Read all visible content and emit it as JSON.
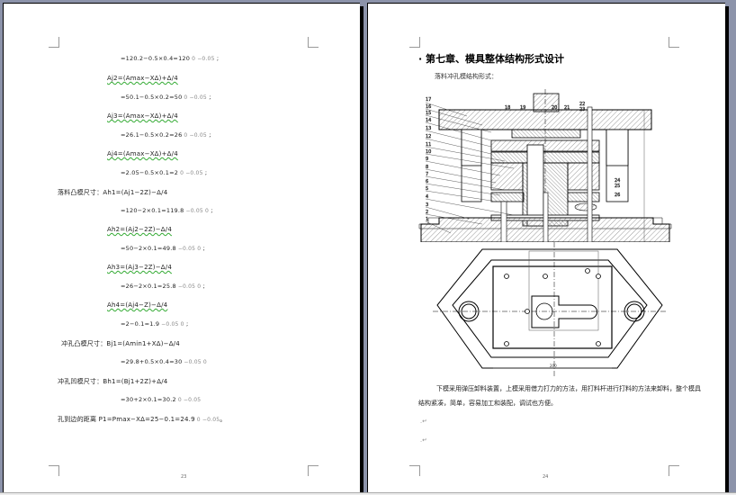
{
  "left_page": {
    "page_number": "23",
    "lines": [
      {
        "text": "=120.2−0.5×0.4=120",
        "tol": "0 −0.05",
        "mark": ";"
      },
      {
        "text": "Aj2=(Amax−XΔ)+Δ/4"
      },
      {
        "text": "=50.1−0.5×0.2=50",
        "tol": "0 −0.05",
        "mark": ";"
      },
      {
        "text": "Aj3=(Amax−XΔ)+Δ/4"
      },
      {
        "text": "=26.1−0.5×0.2=26",
        "tol": "0 −0.05",
        "mark": ";"
      },
      {
        "text": "Aj4=(Amax−XΔ)+Δ/4"
      },
      {
        "text": "=2.05−0.5×0.1=2",
        "tol": "0 −0.05",
        "mark": ";"
      },
      {
        "label": "落料凸模尺寸：",
        "text": "Ah1=(Aj1−2Z)−Δ/4"
      },
      {
        "text": "=120−2×0.1=119.8",
        "tol": "−0.05 0",
        "mark": ";"
      },
      {
        "text": "Ah2=(Aj2−2Z)−Δ/4"
      },
      {
        "text": "=50−2×0.1=49.8",
        "tol": "−0.05 0",
        "mark": ";"
      },
      {
        "text": "Ah3=(Aj3−2Z)−Δ/4"
      },
      {
        "text": "=26−2×0.1=25.8",
        "tol": "−0.05 0",
        "mark": ";"
      },
      {
        "text": "Ah4=(Aj4−Z)−Δ/4"
      },
      {
        "text": "=2−0.1=1.9",
        "tol": "−0.05 0",
        "mark": ";"
      },
      {
        "label": "冲孔凸模尺寸：",
        "text": "Bj1=(Amin1+XΔ)−Δ/4"
      },
      {
        "text": "=29.8+0.5×0.4=30",
        "tol": "−0.05 0",
        "mark": ""
      },
      {
        "label": "冲孔凹模尺寸：",
        "text": "Bh1=(Bj1+2Z)+Δ/4"
      },
      {
        "text": "=30+2×0.1=30.2",
        "tol": "0 −0.05",
        "mark": ""
      },
      {
        "label": "孔到边的距离",
        "text": "P1=Pmax−XΔ=25−0.1=24.9",
        "tol": "0 −0.05",
        "mark": "。"
      }
    ]
  },
  "right_page": {
    "page_number": "24",
    "chapter_title": "第七章、模具整体结构形式设计",
    "subtitle": "落料冲孔模结构形式：",
    "drawing_labels": [
      "17",
      "16",
      "15",
      "14",
      "13",
      "12",
      "11",
      "10",
      "9",
      "8",
      "7",
      "6",
      "5",
      "4",
      "3",
      "2",
      "1"
    ],
    "drawing_top_labels": [
      "18",
      "19",
      "20",
      "21",
      "22",
      "23"
    ],
    "drawing_right_labels": [
      "24",
      "25",
      "26"
    ],
    "plan_dimension": "200",
    "paragraph": "下模采用弹压卸料装置，上模采用借力打力的方法，用打料杆进行打料的方法来卸料，整个模具结构紧凑，简单，容易加工和装配，调试也方便。"
  },
  "colors": {
    "background": "#8c93aa",
    "page": "#ffffff",
    "shadow": "#000000"
  }
}
